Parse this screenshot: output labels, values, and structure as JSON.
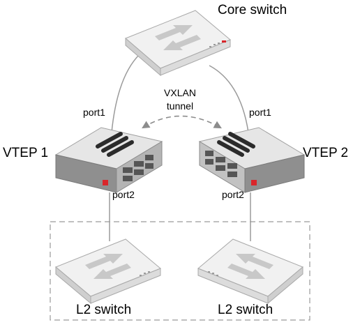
{
  "nodes": {
    "core_switch": {
      "label": "Core switch",
      "icon": "switch-icon"
    },
    "vtep1": {
      "label": "VTEP 1",
      "icon": "firewall-appliance-icon"
    },
    "vtep2": {
      "label": "VTEP 2",
      "icon": "firewall-appliance-icon"
    },
    "l2_switch_left": {
      "label": "L2 switch",
      "icon": "switch-icon"
    },
    "l2_switch_right": {
      "label": "L2 switch",
      "icon": "switch-icon"
    }
  },
  "links": {
    "vtep1_uplink_port": "port1",
    "vtep2_uplink_port": "port1",
    "vtep1_downlink_port": "port2",
    "vtep2_downlink_port": "port2"
  },
  "tunnel": {
    "line1": "VXLAN",
    "line2": "tunnel"
  },
  "colors": {
    "link": "#9a9a9a",
    "tunnel": "#8c8c8c",
    "group_border": "#9a9a9a",
    "switch_top": "#f1f1f1",
    "switch_front": "#d8d8d8",
    "appliance_top": "#e6e6e6",
    "appliance_front": "#9c9c9c",
    "accent": "#d9252a"
  }
}
